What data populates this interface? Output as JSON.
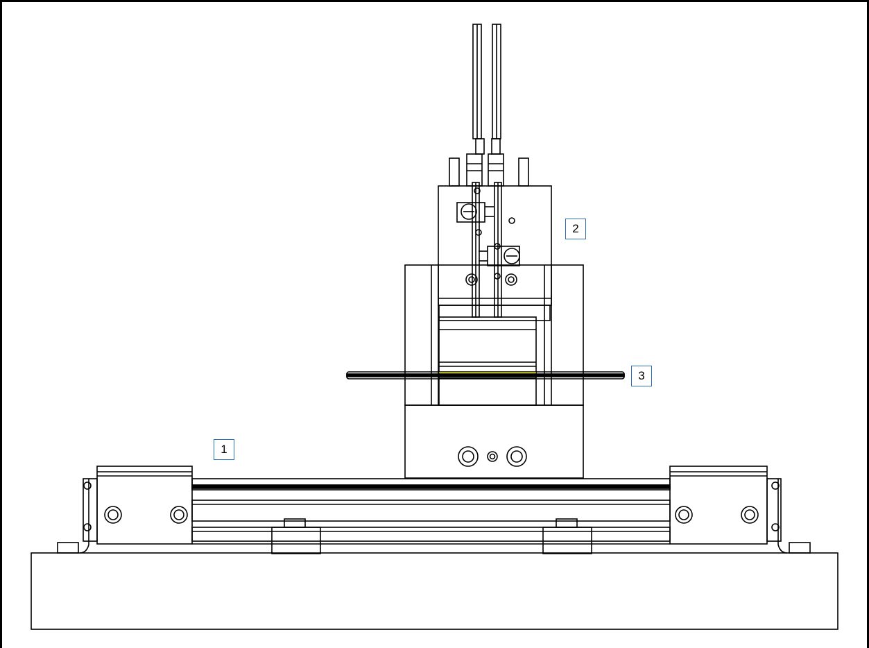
{
  "callouts": {
    "c1": "1",
    "c2": "2",
    "c3": "3"
  },
  "colors": {
    "line": "#000000",
    "background": "#ffffff",
    "callout_border": "#2a6db5",
    "accent_line": "#c8c800"
  }
}
